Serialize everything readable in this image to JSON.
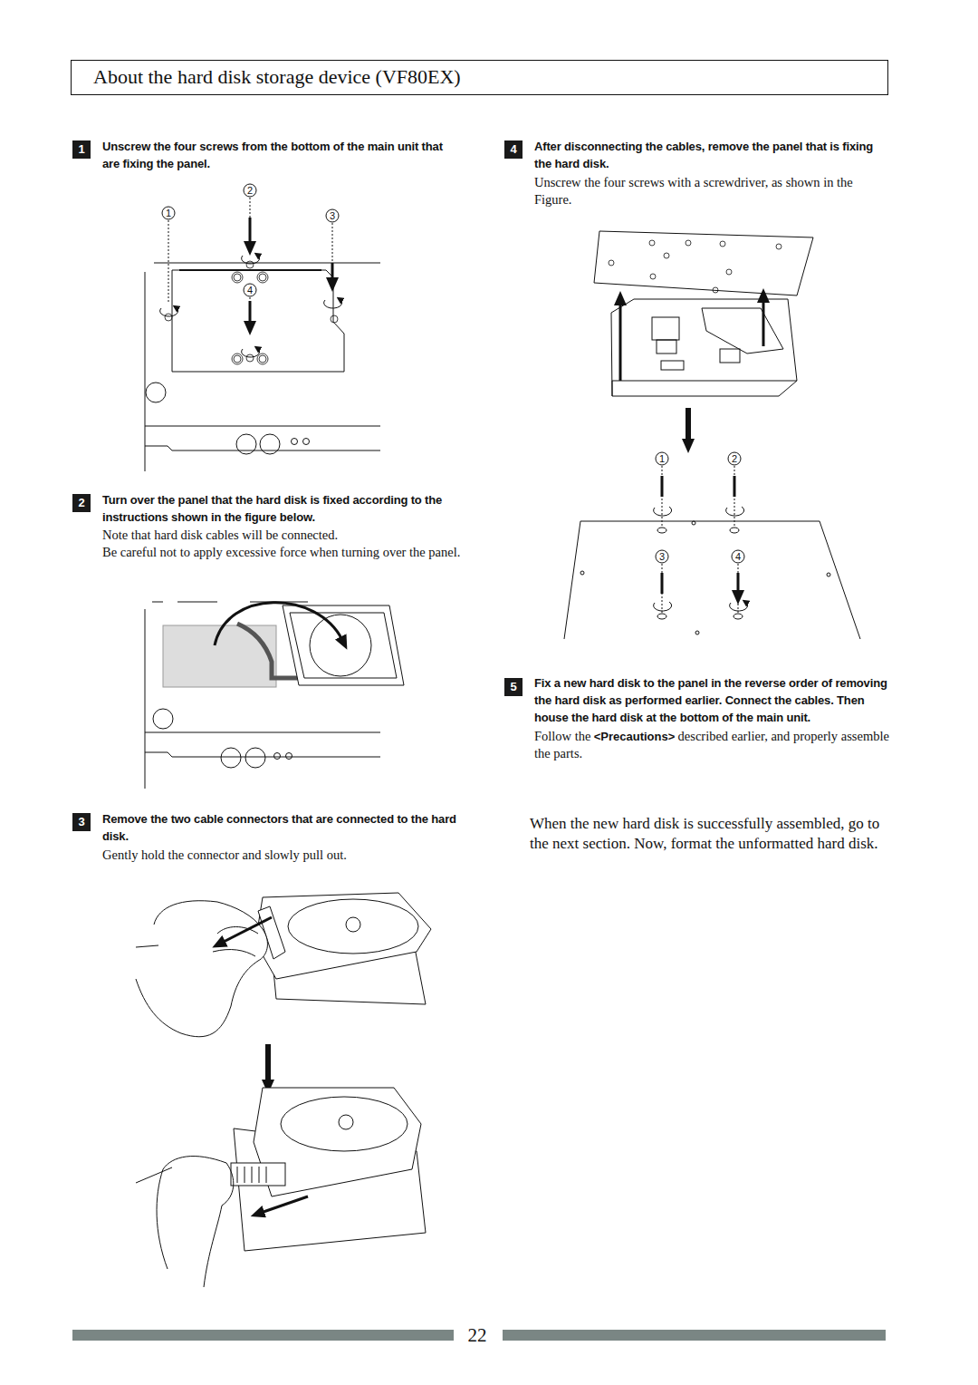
{
  "diagram": {
    "title": "About the hard disk storage device (VF80EX)",
    "nodes": [
      {
        "text": [
          "1"
        ]
      },
      {
        "text": [
          "2"
        ]
      },
      {
        "text": [
          "3"
        ]
      },
      {
        "text": [
          "4"
        ]
      },
      {
        "text": [
          "5"
        ]
      }
    ],
    "labels": [
      "Unscrew the four screws from the bottom of the main unit that are fixing the panel.",
      "1",
      "2",
      "3",
      "4",
      "Turn over the panel that the hard disk is fixed according to the instructions shown in the figure below.",
      "Note that hard disk cables will be connected.",
      "Be careful not to apply excessive force when turning over the panel.",
      "Remove the two cable connectors that are connected to the hard disk.",
      "Gently hold the connector and slowly pull out.",
      "After disconnecting the cables, remove the panel that is fixing the hard disk.",
      "Unscrew the four screws with a screwdriver, as shown in the Figure.",
      "1",
      "2",
      "3",
      "4",
      "Fix a new hard disk to the panel in the reverse order of removing the hard disk as performed earlier. Connect the cables. Then house the hard disk at the bottom of the main unit.",
      "Follow the",
      "<Precautions>",
      "described earlier, and properly assemble the parts.",
      "When the new hard disk is successfully assembled, go to the next section. Now, format the unformatted hard disk.",
      "22"
    ]
  }
}
